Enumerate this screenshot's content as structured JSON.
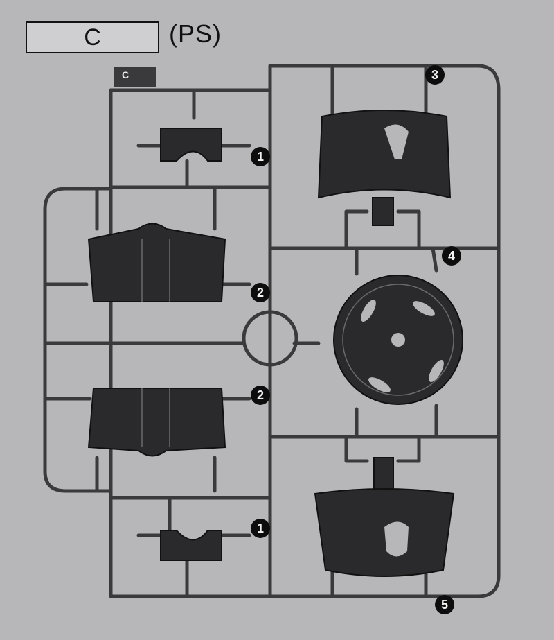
{
  "header": {
    "runner_code": "C",
    "material": "(PS)"
  },
  "runner": {
    "corner_letter": "C"
  },
  "part_numbers": [
    "1",
    "2",
    "2",
    "1",
    "3",
    "4",
    "5"
  ],
  "colors": {
    "background": "#b7b7b9",
    "plastic": "#2a2a2c",
    "runner": "#3a3a3c",
    "badge": "#0d0d0d"
  }
}
